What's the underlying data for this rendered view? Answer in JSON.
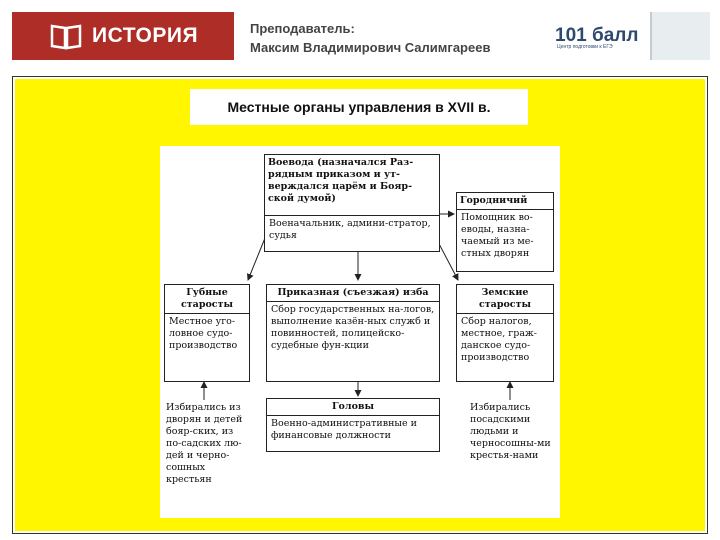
{
  "header": {
    "logo_text": "ИСТОРИЯ",
    "teacher_line1": "Преподаватель:",
    "teacher_line2": "Максим Владимирович Салимгареев",
    "brand": "101 балл",
    "brand_sub": "Центр подготовки к ЕГЭ"
  },
  "colors": {
    "brand_red": "#ae2d26",
    "background_yellow": "#fff600"
  },
  "title": "Местные органы управления в XVII в.",
  "diagram": {
    "voevoda_header": "Воевода (назначался Раз-рядным приказом и ут-верждался царём и Бояр-ской думой)",
    "voevoda_body": "Военачальник, админи-стратор, судья",
    "gorodnichiy_header": "Городничий",
    "gorodnichiy_body": "Помощник во-еводы, назна-чаемый из ме-стных дворян",
    "gubnye_header": "Губные старосты",
    "gubnye_body": "Местное уго-ловное судо-производство",
    "prikaznaya_header": "Приказная (съезжая) изба",
    "prikaznaya_body": "Сбор государственных на-логов, выполнение казён-ных служб и повинностей, полицейско-судебные фун-кции",
    "zemskie_header": "Земские старосты",
    "zemskie_body": "Сбор налогов, местное, граж-данское судо-производство",
    "golovy_header": "Головы",
    "golovy_body": "Военно-административные и финансовые должности",
    "left_note": "Избирались из дворян и детей бояр-ских, из по-садских лю-дей и черно-сошных крестьян",
    "right_note": "Избирались посадскими людьми и черносошны-ми крестья-нами"
  }
}
